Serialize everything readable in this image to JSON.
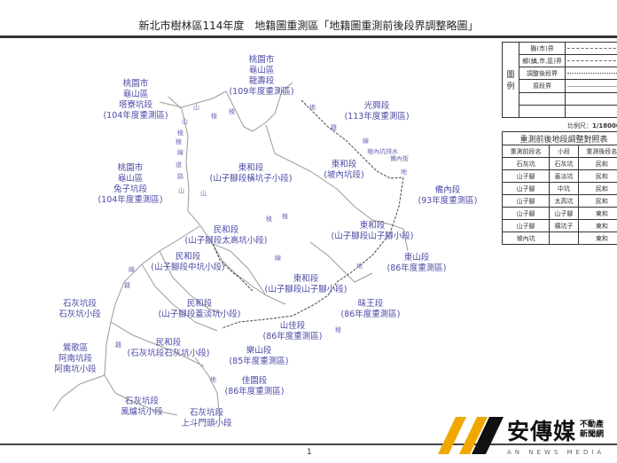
{
  "title": "新北市樹林區114年度　地籍圖重測區「地籍圖重測前後段界調整略圖」",
  "page_number": "1",
  "legend": {
    "side_label": "圖例",
    "items": [
      "縣(市)界",
      "鄉(鎮,市,區)界",
      "調整後段界",
      "原段界"
    ]
  },
  "scale": {
    "label": "比例尺：",
    "value": "1/18000"
  },
  "comparison_table": {
    "caption": "重測前後地段調整對照表",
    "headers": [
      "重測前段名",
      "小段",
      "重測後段名"
    ],
    "rows": [
      [
        "石灰坑",
        "石灰坑",
        "民和"
      ],
      [
        "山子腳",
        "蓋淡坑",
        "民和"
      ],
      [
        "山子腳",
        "中坑",
        "民和"
      ],
      [
        "山子腳",
        "太高坑",
        "民和"
      ],
      [
        "山子腳",
        "山子腳",
        "東和"
      ],
      [
        "山子腳",
        "橫坑子",
        "東和"
      ],
      [
        "坡內坑",
        "",
        "東和"
      ]
    ]
  },
  "map_labels": [
    {
      "lines": [
        "桃園市",
        "龜山區",
        "龍壽段",
        "(109年度重測區)"
      ]
    },
    {
      "lines": [
        "桃園市",
        "龜山區",
        "塔寮坑段",
        "(104年度重測區)"
      ]
    },
    {
      "lines": [
        "光興段",
        "(113年度重測區)"
      ]
    },
    {
      "lines": [
        "桃園市",
        "龜山區",
        "兔子坑段",
        "(104年度重測區)"
      ]
    },
    {
      "lines": [
        "東和段",
        "(山子腳段橫坑子小段)"
      ]
    },
    {
      "lines": [
        "東和段",
        "(坡內坑段)"
      ]
    },
    {
      "lines": [
        "備內段",
        "(93年度重測區)"
      ]
    },
    {
      "lines": [
        "民和段",
        "(山子腳段太高坑小段)"
      ]
    },
    {
      "lines": [
        "東和段",
        "(山子腳段山子腳小段)"
      ]
    },
    {
      "lines": [
        "民和段",
        "(山子腳段中坑小段)"
      ]
    },
    {
      "lines": [
        "東山段",
        "(86年度重測區)"
      ]
    },
    {
      "lines": [
        "東和段",
        "(山子腳段山子腳小段)"
      ]
    },
    {
      "lines": [
        "石灰坑段",
        "石灰坑小段"
      ]
    },
    {
      "lines": [
        "民和段",
        "(山子腳段蓋淡坑小段)"
      ]
    },
    {
      "lines": [
        "昧王段",
        "(86年度重測區)"
      ]
    },
    {
      "lines": [
        "山佳段",
        "(86年度重測區)"
      ]
    },
    {
      "lines": [
        "民和段",
        "(石灰坑段石灰坑小段)"
      ]
    },
    {
      "lines": [
        "鶯歌區",
        "阿南坑段",
        "阿南坑小段"
      ]
    },
    {
      "lines": [
        "樂山段",
        "(85年度重測區)"
      ]
    },
    {
      "lines": [
        "佳園段",
        "(86年度重測區)"
      ]
    },
    {
      "lines": [
        "石灰坑段",
        "風爐坑小段"
      ]
    },
    {
      "lines": [
        "石灰坑段",
        "上斗門頭小段"
      ]
    }
  ],
  "road_marks": [
    "山",
    "山",
    "稜",
    "稜",
    "線",
    "道",
    "路",
    "山",
    "山",
    "稜",
    "稜",
    "地",
    "籍",
    "線",
    "坡內坑排水",
    "備內街",
    "地",
    "稜",
    "線",
    "籍",
    "地",
    "稜",
    "線",
    "地",
    "稜",
    "籍"
  ],
  "logo": {
    "name": "安傳媒",
    "tagline": "不動產新聞網",
    "english": "AN NEWS MEDIA"
  },
  "colors": {
    "label": "#4b4ba6",
    "boundary": "#9a9a9a",
    "county_boundary": "#444444",
    "logo_accent": "#f0a800"
  }
}
